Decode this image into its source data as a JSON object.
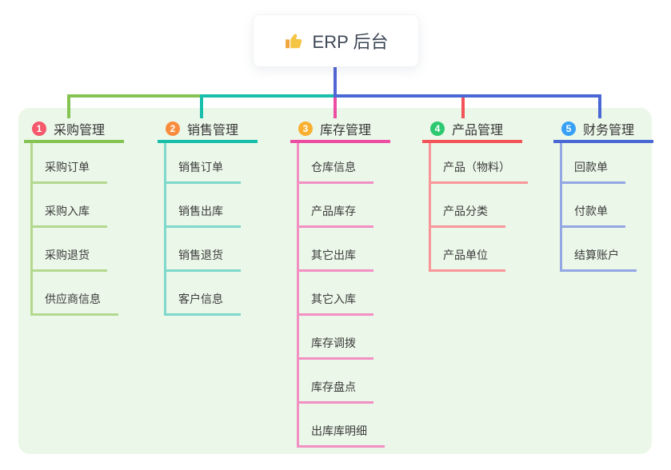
{
  "root": {
    "label": "ERP 后台",
    "icon": "thumbs-up"
  },
  "colors": {
    "canvas_bg": "#ffffff",
    "panel_bg": "#ebf7e8",
    "root_line": "#5365d3",
    "root_text": "#3e4756",
    "node_text": "#3c3c3c"
  },
  "branches": [
    {
      "num": "1",
      "label": "采购管理",
      "badge_color": "#f6586c",
      "line_color": "#85c353",
      "sub_line_color": "#b3d98f",
      "items": [
        "采购订单",
        "采购入库",
        "采购退货",
        "供应商信息"
      ]
    },
    {
      "num": "2",
      "label": "销售管理",
      "badge_color": "#fa8c3d",
      "line_color": "#17bfab",
      "sub_line_color": "#7ed8cc",
      "items": [
        "销售订单",
        "销售出库",
        "销售退货",
        "客户信息"
      ]
    },
    {
      "num": "3",
      "label": "库存管理",
      "badge_color": "#f9b031",
      "line_color": "#ec4da3",
      "sub_line_color": "#f290c4",
      "items": [
        "仓库信息",
        "产品库存",
        "其它出库",
        "其它入库",
        "库存调拨",
        "库存盘点",
        "出库库明细"
      ]
    },
    {
      "num": "4",
      "label": "产品管理",
      "badge_color": "#2dc970",
      "line_color": "#f25358",
      "sub_line_color": "#f8969a",
      "items": [
        "产品（物料）",
        "产品分类",
        "产品单位"
      ]
    },
    {
      "num": "5",
      "label": "财务管理",
      "badge_color": "#38a1f6",
      "line_color": "#4968d6",
      "sub_line_color": "#93a7e4",
      "items": [
        "回款单",
        "付款单",
        "结算账户"
      ]
    }
  ]
}
